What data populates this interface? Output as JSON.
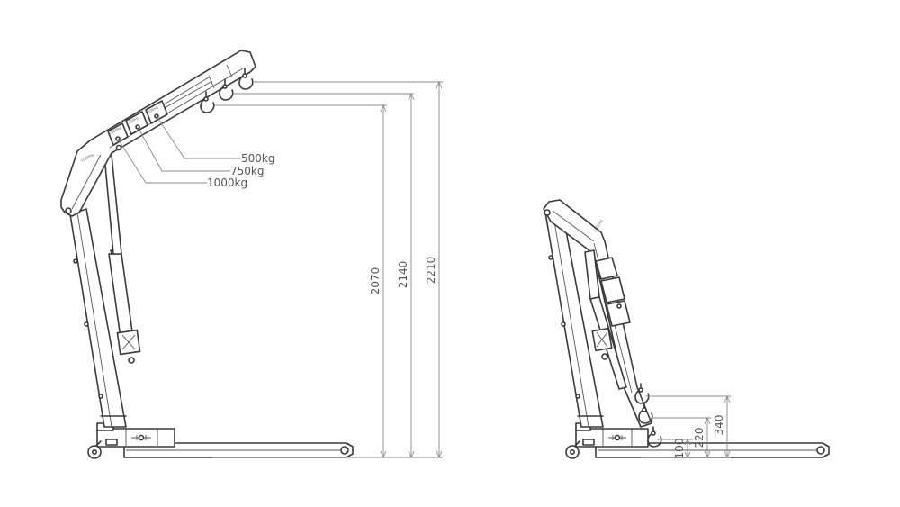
{
  "capacity_labels": {
    "kg500": "500kg",
    "kg750": "750kg",
    "kg1000": "1000kg"
  },
  "extended_dimensions": {
    "h1": "2070",
    "h2": "2140",
    "h3": "2210"
  },
  "folded_dimensions": {
    "h1": "100",
    "h2": "220",
    "h3": "340"
  },
  "boom_plates": {
    "p1": "1000kg",
    "p2": "750kg",
    "p3": "500kg",
    "side": "1000kg",
    "folded": "1000kg"
  },
  "colors": {
    "line": "#3a3a3a",
    "dimension": "#8a8a8a",
    "text": "#555555"
  }
}
